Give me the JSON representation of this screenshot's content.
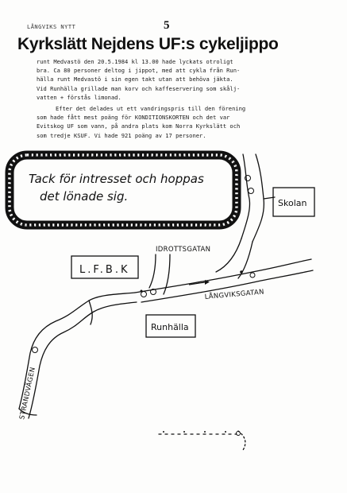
{
  "masthead": "LÅNGVIKS NYTT",
  "page_number": "5",
  "headline": "Kyrkslätt Nejdens UF:s cykeljippo",
  "article": {
    "lines": [
      "runt Medvastö den 20.5.1984 kl 13.00 hade lyckats otroligt",
      "bra. Ca 80 personer deltog i jippot, med att cykla från Run-",
      "hälla runt Medvastö i sin egen takt utan att behöva jäkta.",
      "Vid Runhälla grillade man korv och kaffeservering som skålj-",
      "vatten + förstås limonad."
    ],
    "paragraph2_lines": [
      "Efter det delades ut ett vandringspris till den förening",
      "som hade fått mest poäng för KONDITIONSKORTEN och det var",
      "Evitskog UF som vann, på andra plats kom Norra Kyrkslätt och",
      "som tredje KSUF. Vi hade 921 poäng av 17 personer."
    ]
  },
  "thanks_box": {
    "line1": "Tack för intresset och hoppas",
    "line2": "det lönade sig."
  },
  "map": {
    "labels": {
      "school": "Skolan",
      "idrottsgatan": "IDROTTSGATAN",
      "lfbk": "L.F.B.K",
      "langviksgatan": "LÅNGVIKSGATAN",
      "runhalla": "Runhälla",
      "strandvagen": "STRANDVÄGEN"
    }
  }
}
